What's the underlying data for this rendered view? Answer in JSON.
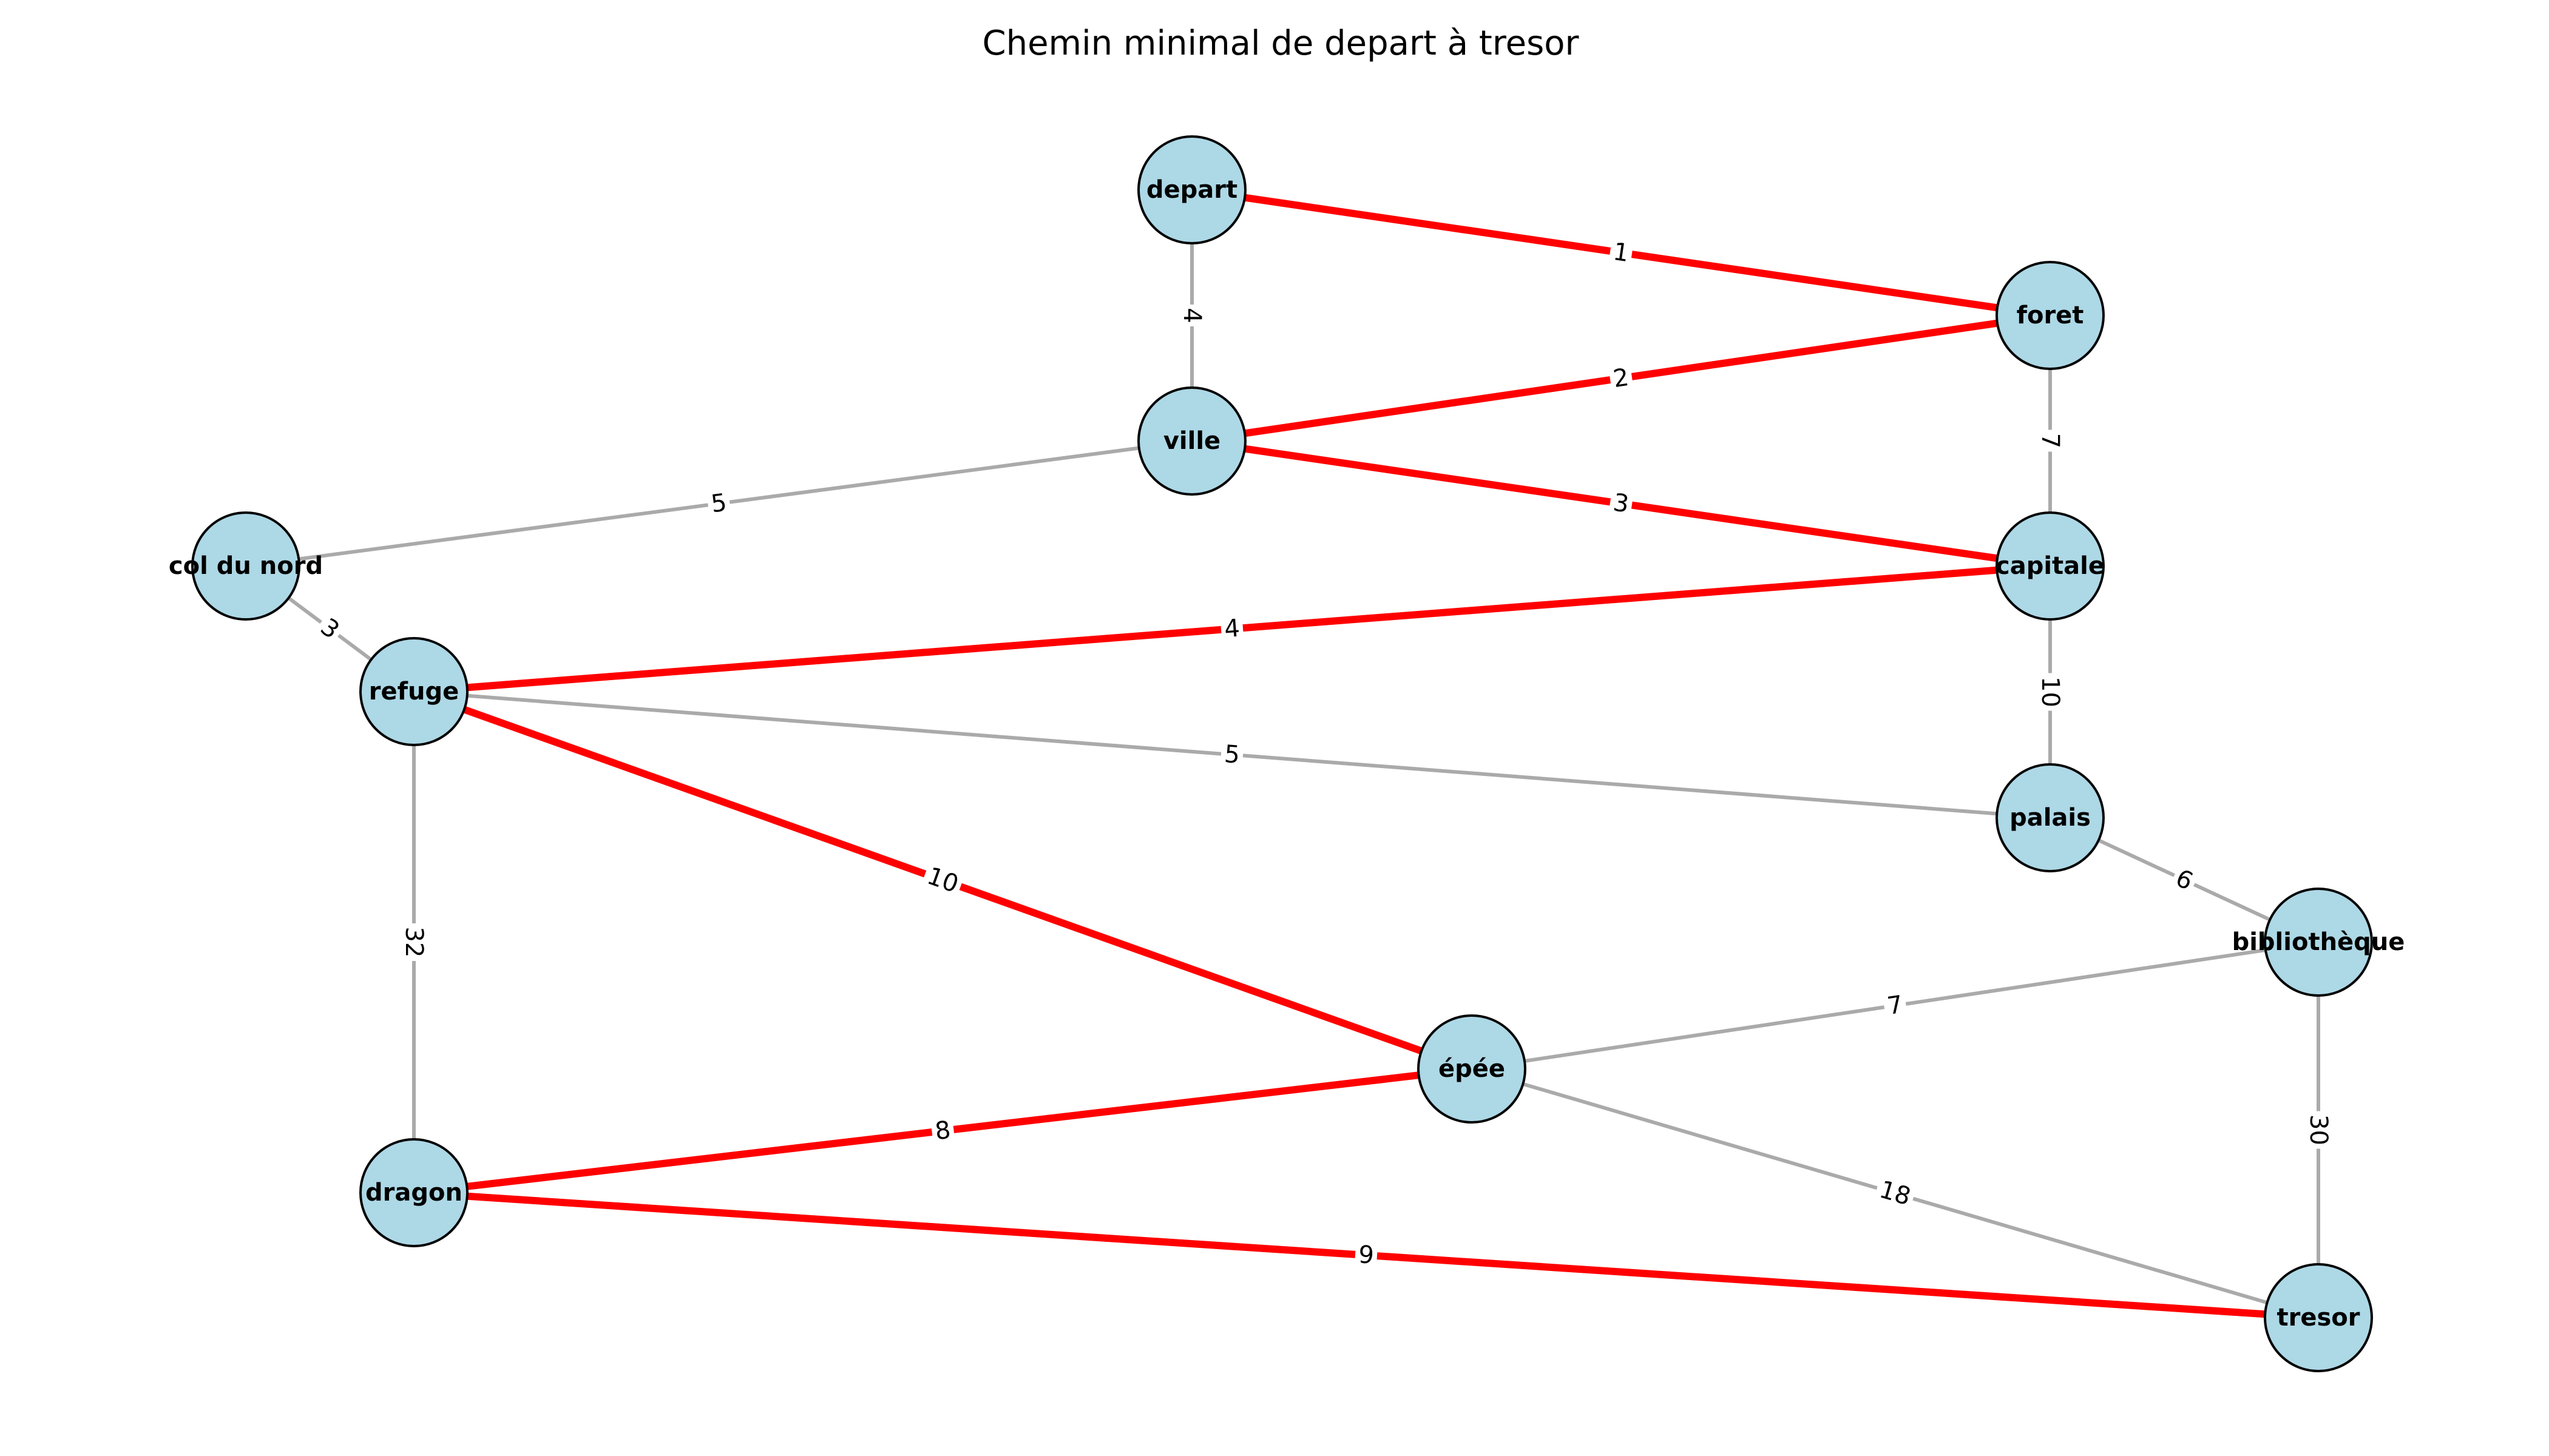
{
  "title": "Chemin minimal de depart à tresor",
  "colors": {
    "node_fill": "#add8e6",
    "node_stroke": "#000000",
    "edge_normal": "#aaaaaa",
    "edge_path": "#ff0000",
    "background": "#ffffff"
  },
  "nodes": [
    {
      "id": "depart",
      "label": "depart"
    },
    {
      "id": "foret",
      "label": "foret"
    },
    {
      "id": "ville",
      "label": "ville"
    },
    {
      "id": "col_du_nord",
      "label": "col du nord"
    },
    {
      "id": "capitale",
      "label": "capitale"
    },
    {
      "id": "refuge",
      "label": "refuge"
    },
    {
      "id": "palais",
      "label": "palais"
    },
    {
      "id": "bibliotheque",
      "label": "bibliothèque"
    },
    {
      "id": "epee",
      "label": "épée"
    },
    {
      "id": "dragon",
      "label": "dragon"
    },
    {
      "id": "tresor",
      "label": "tresor"
    }
  ],
  "edges": [
    {
      "from": "depart",
      "to": "foret",
      "weight": "1",
      "highlighted": true
    },
    {
      "from": "depart",
      "to": "ville",
      "weight": "4",
      "highlighted": false
    },
    {
      "from": "ville",
      "to": "foret",
      "weight": "2",
      "highlighted": true
    },
    {
      "from": "foret",
      "to": "capitale",
      "weight": "7",
      "highlighted": false
    },
    {
      "from": "ville",
      "to": "capitale",
      "weight": "3",
      "highlighted": true
    },
    {
      "from": "ville",
      "to": "col_du_nord",
      "weight": "5",
      "highlighted": false
    },
    {
      "from": "col_du_nord",
      "to": "refuge",
      "weight": "3",
      "highlighted": false
    },
    {
      "from": "refuge",
      "to": "capitale",
      "weight": "4",
      "highlighted": true
    },
    {
      "from": "capitale",
      "to": "palais",
      "weight": "10",
      "highlighted": false
    },
    {
      "from": "refuge",
      "to": "palais",
      "weight": "5",
      "highlighted": false
    },
    {
      "from": "palais",
      "to": "bibliotheque",
      "weight": "6",
      "highlighted": false
    },
    {
      "from": "refuge",
      "to": "epee",
      "weight": "10",
      "highlighted": true
    },
    {
      "from": "refuge",
      "to": "dragon",
      "weight": "32",
      "highlighted": false
    },
    {
      "from": "epee",
      "to": "bibliotheque",
      "weight": "7",
      "highlighted": false
    },
    {
      "from": "bibliotheque",
      "to": "tresor",
      "weight": "30",
      "highlighted": false
    },
    {
      "from": "dragon",
      "to": "epee",
      "weight": "8",
      "highlighted": true
    },
    {
      "from": "epee",
      "to": "tresor",
      "weight": "18",
      "highlighted": false
    },
    {
      "from": "dragon",
      "to": "tresor",
      "weight": "9",
      "highlighted": true
    }
  ]
}
